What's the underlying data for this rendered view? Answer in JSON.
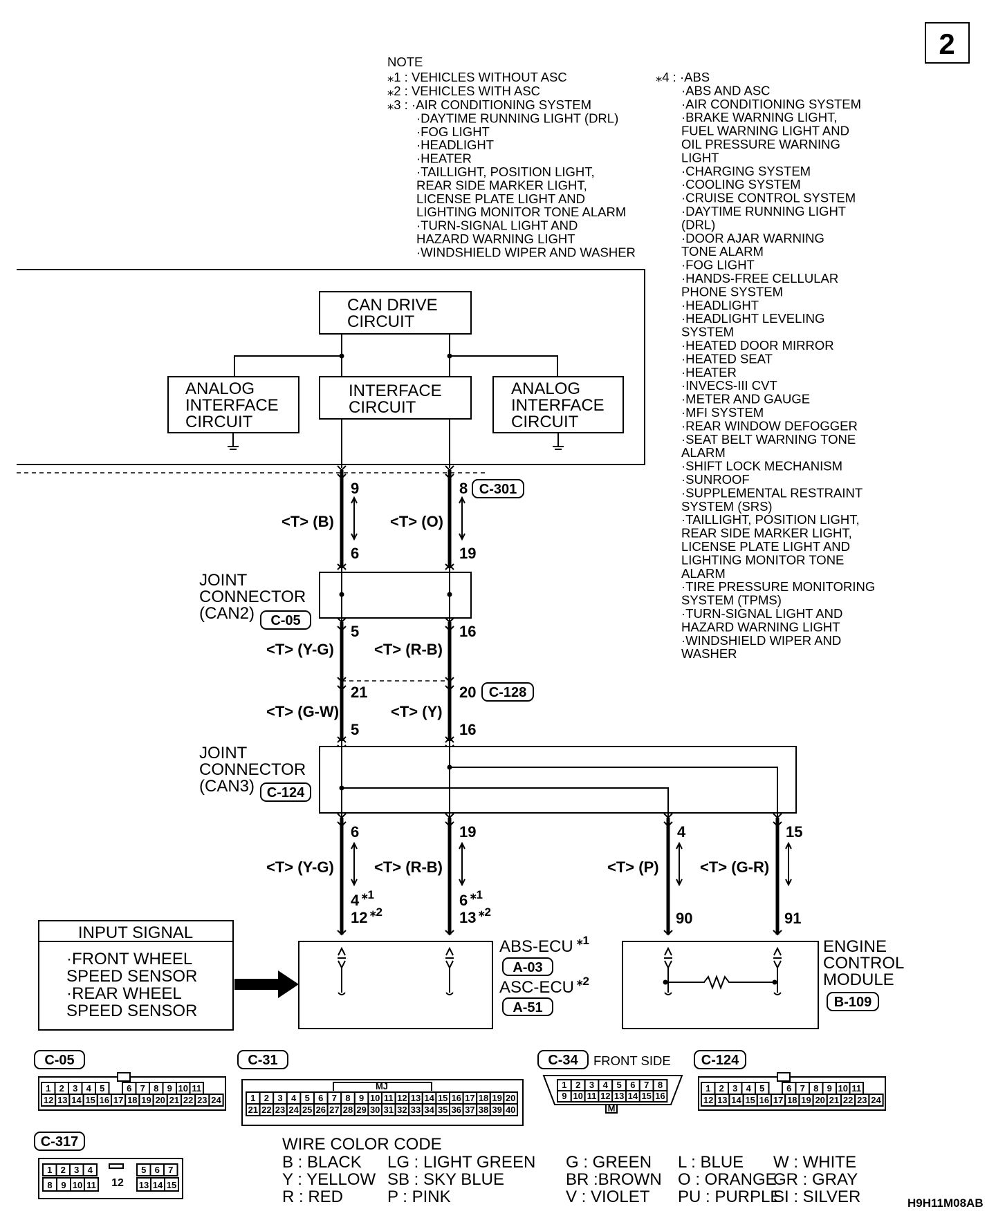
{
  "page_number": "2",
  "figure_id": "H9H11M08AB",
  "note": {
    "title": "NOTE",
    "star1": "⁎1 : VEHICLES WITHOUT ASC",
    "star2": "⁎2 : VEHICLES WITH ASC",
    "star3_lines": [
      "⁎3 : ·AIR CONDITIONING SYSTEM",
      "·DAYTIME RUNNING LIGHT (DRL)",
      "·FOG LIGHT",
      "·HEADLIGHT",
      "·HEATER",
      "·TAILLIGHT, POSITION LIGHT,",
      " REAR SIDE MARKER LIGHT,",
      " LICENSE PLATE LIGHT AND",
      " LIGHTING MONITOR TONE ALARM",
      "·TURN-SIGNAL LIGHT AND",
      " HAZARD WARNING LIGHT",
      "·WINDSHIELD WIPER AND WASHER"
    ],
    "star4_lines": [
      "⁎4 : ·ABS",
      "·ABS AND ASC",
      "·AIR CONDITIONING SYSTEM",
      "·BRAKE WARNING LIGHT,",
      " FUEL WARNING LIGHT AND",
      " OIL PRESSURE WARNING",
      " LIGHT",
      "·CHARGING SYSTEM",
      "·COOLING SYSTEM",
      "·CRUISE CONTROL SYSTEM",
      "·DAYTIME RUNNING LIGHT",
      " (DRL)",
      "·DOOR AJAR WARNING",
      " TONE ALARM",
      "·FOG LIGHT",
      "·HANDS-FREE CELLULAR",
      " PHONE SYSTEM",
      "·HEADLIGHT",
      "·HEADLIGHT LEVELING",
      " SYSTEM",
      "·HEATED DOOR MIRROR",
      "·HEATED SEAT",
      "·HEATER",
      "·INVECS-III CVT",
      "·METER AND GAUGE",
      "·MFI SYSTEM",
      "·REAR WINDOW DEFOGGER",
      "·SEAT BELT WARNING TONE",
      " ALARM",
      "·SHIFT LOCK MECHANISM",
      "·SUNROOF",
      "·SUPPLEMENTAL RESTRAINT",
      " SYSTEM (SRS)",
      "·TAILLIGHT, POSITION LIGHT,",
      " REAR SIDE MARKER LIGHT,",
      " LICENSE PLATE LIGHT AND",
      " LIGHTING MONITOR TONE",
      " ALARM",
      "·TIRE PRESSURE MONITORING",
      " SYSTEM (TPMS)",
      "·TURN-SIGNAL LIGHT AND",
      " HAZARD WARNING LIGHT",
      "·WINDSHIELD WIPER AND",
      " WASHER"
    ]
  },
  "blocks": {
    "can_drive": [
      "CAN DRIVE",
      "CIRCUIT"
    ],
    "interface": [
      "INTERFACE",
      "CIRCUIT"
    ],
    "analog_left": [
      "ANALOG",
      "INTERFACE",
      "CIRCUIT"
    ],
    "analog_right": [
      "ANALOG",
      "INTERFACE",
      "CIRCUIT"
    ]
  },
  "pins": {
    "p9": "9",
    "p8": "8",
    "p6a": "6",
    "p19a": "19",
    "p5a": "5",
    "p16a": "16",
    "p21": "21",
    "p20": "20",
    "p5b": "5",
    "p16b": "16",
    "p6b": "6",
    "p19b": "19",
    "p4": "4",
    "p15": "15",
    "p90": "90",
    "p91": "91",
    "abs_left_1": "4",
    "abs_left_2": "12",
    "abs_right_1": "6",
    "abs_right_2": "13"
  },
  "star_marks": {
    "s1": "⁎1",
    "s2": "⁎2"
  },
  "wires": {
    "w1": "<T> (B)",
    "w2": "<T> (O)",
    "w3": "<T> (Y-G)",
    "w4": "<T> (R-B)",
    "w5": "<T> (G-W)",
    "w6": "<T> (Y)",
    "w7": "<T> (Y-G)",
    "w8": "<T> (R-B)",
    "w9": "<T> (P)",
    "w10": "<T> (G-R)"
  },
  "connector_refs": {
    "c301": "C-301",
    "c05": "C-05",
    "c128": "C-128",
    "c124": "C-124",
    "a03": "A-03",
    "a51": "A-51",
    "b109": "B-109"
  },
  "joint1": [
    "JOINT",
    "CONNECTOR",
    "(CAN2)"
  ],
  "joint2": [
    "JOINT",
    "CONNECTOR",
    "(CAN3)"
  ],
  "input_signal": {
    "title": "INPUT SIGNAL",
    "lines": [
      "·FRONT WHEEL",
      " SPEED SENSOR",
      "·REAR WHEEL",
      " SPEED SENSOR"
    ]
  },
  "abs_ecu": "ABS-ECU",
  "asc_ecu": "ASC-ECU",
  "ecm": [
    "ENGINE",
    "CONTROL",
    "MODULE"
  ],
  "connectors": {
    "c05": {
      "label": "C-05",
      "top": [
        "1",
        "2",
        "3",
        "4",
        "5",
        "6",
        "7",
        "8",
        "9",
        "10",
        "11"
      ],
      "bottom": [
        "12",
        "13",
        "14",
        "15",
        "16",
        "17",
        "18",
        "19",
        "20",
        "21",
        "22",
        "23",
        "24"
      ]
    },
    "c31": {
      "label": "C-31",
      "mark": "MJ",
      "top": [
        "1",
        "2",
        "3",
        "4",
        "5",
        "6",
        "7",
        "8",
        "9",
        "10",
        "11",
        "12",
        "13",
        "14",
        "15",
        "16",
        "17",
        "18",
        "19",
        "20"
      ],
      "bottom": [
        "21",
        "22",
        "23",
        "24",
        "25",
        "26",
        "27",
        "28",
        "29",
        "30",
        "31",
        "32",
        "33",
        "34",
        "35",
        "36",
        "37",
        "38",
        "39",
        "40"
      ]
    },
    "c34": {
      "label": "C-34",
      "side": "FRONT SIDE",
      "mark": "M",
      "top": [
        "1",
        "2",
        "3",
        "4",
        "5",
        "6",
        "7",
        "8"
      ],
      "bottom": [
        "9",
        "10",
        "11",
        "12",
        "13",
        "14",
        "15",
        "16"
      ]
    },
    "c124": {
      "label": "C-124",
      "top": [
        "1",
        "2",
        "3",
        "4",
        "5",
        "6",
        "7",
        "8",
        "9",
        "10",
        "11"
      ],
      "bottom": [
        "12",
        "13",
        "14",
        "15",
        "16",
        "17",
        "18",
        "19",
        "20",
        "21",
        "22",
        "23",
        "24"
      ]
    },
    "c317": {
      "label": "C-317",
      "center": "12",
      "top": [
        "1",
        "2",
        "3",
        "4",
        "5",
        "6",
        "7"
      ],
      "bottom": [
        "8",
        "9",
        "10",
        "11",
        "13",
        "14",
        "15"
      ]
    }
  },
  "wire_color_code": {
    "title": "WIRE COLOR CODE",
    "rows": [
      [
        "B : BLACK",
        "LG : LIGHT GREEN",
        "G : GREEN",
        "L : BLUE",
        "W : WHITE"
      ],
      [
        "Y : YELLOW",
        "SB : SKY BLUE",
        "BR :BROWN",
        "O : ORANGE",
        "GR : GRAY"
      ],
      [
        "R : RED",
        "P : PINK",
        "V : VIOLET",
        "PU : PURPLE",
        "SI : SILVER"
      ]
    ]
  }
}
